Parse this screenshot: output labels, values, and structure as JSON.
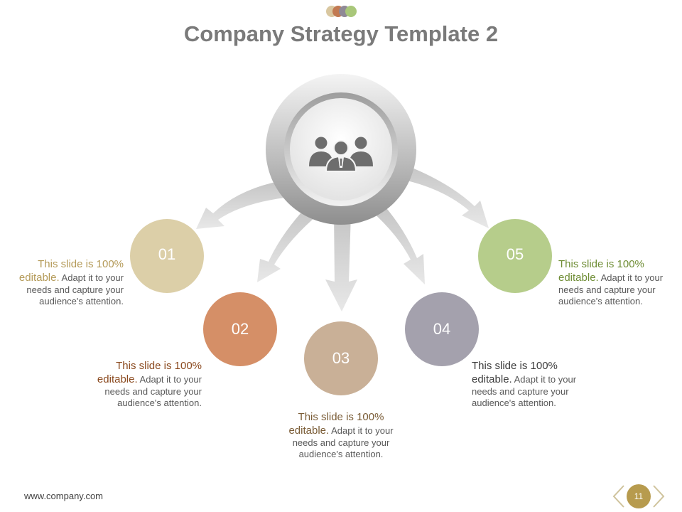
{
  "title": "Company Strategy Template 2",
  "footer": {
    "url": "www.company.com",
    "page_number": "11"
  },
  "colors": {
    "title": "#7a7a7a",
    "item_01": "#dccfa8",
    "item_02": "#d58f67",
    "item_03": "#c9b097",
    "item_04": "#a4a1ad",
    "item_05": "#b6cd8b",
    "page_badge": "#b79b4e",
    "arrows": "#d6d6d6"
  },
  "center_icon": "business-team-icon",
  "items": [
    {
      "number": "01",
      "head": "This slide is 100%",
      "head2": "editable.",
      "body": "Adapt it to your",
      "body2": "needs and capture your",
      "body3": "audience's attention.",
      "head_color": "#b49a58"
    },
    {
      "number": "02",
      "head": "This slide is 100%",
      "head2": "editable.",
      "body": "Adapt it to your",
      "body2": "needs and capture your",
      "body3": "audience's attention.",
      "head_color": "#8b4a1f"
    },
    {
      "number": "03",
      "head": "This slide is 100%",
      "head2": "editable.",
      "body": "Adapt it to your",
      "body2": "needs and capture your",
      "body3": "audience's attention.",
      "head_color": "#7a5c36"
    },
    {
      "number": "04",
      "head": "This slide is 100%",
      "head2": "editable.",
      "body": "Adapt it to your",
      "body2": "needs and capture your",
      "body3": "audience's attention.",
      "head_color": "#3d3d3d"
    },
    {
      "number": "05",
      "head": "This slide is 100%",
      "head2": "editable.",
      "body": "Adapt it to your",
      "body2": "needs and capture your",
      "body3": "audience's attention.",
      "head_color": "#6f8d35"
    }
  ]
}
